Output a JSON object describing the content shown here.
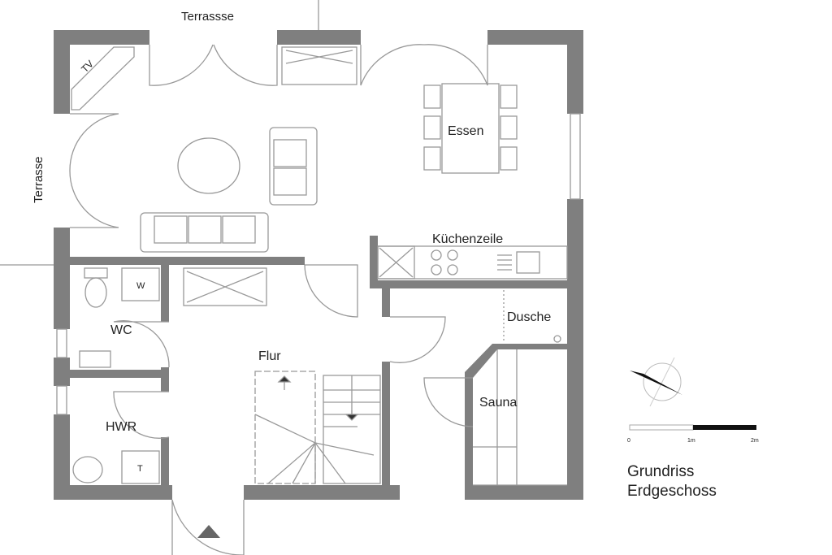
{
  "labels": {
    "terrace_top": "Terrassse",
    "terrace_left": "Terrasse",
    "tv": "TV",
    "dining": "Essen",
    "kitchen": "Küchenzeile",
    "washer": "W",
    "wc": "WC",
    "hall": "Flur",
    "shower": "Dusche",
    "sauna": "Sauna",
    "utility": "HWR",
    "dryer": "T"
  },
  "scale_bar": {
    "ticks": [
      "0",
      "1m",
      "2m"
    ]
  },
  "title": {
    "line1": "Grundriss",
    "line2": "Erdgeschoss"
  },
  "colors": {
    "wall": "#7f7f7f",
    "line": "#999999"
  }
}
